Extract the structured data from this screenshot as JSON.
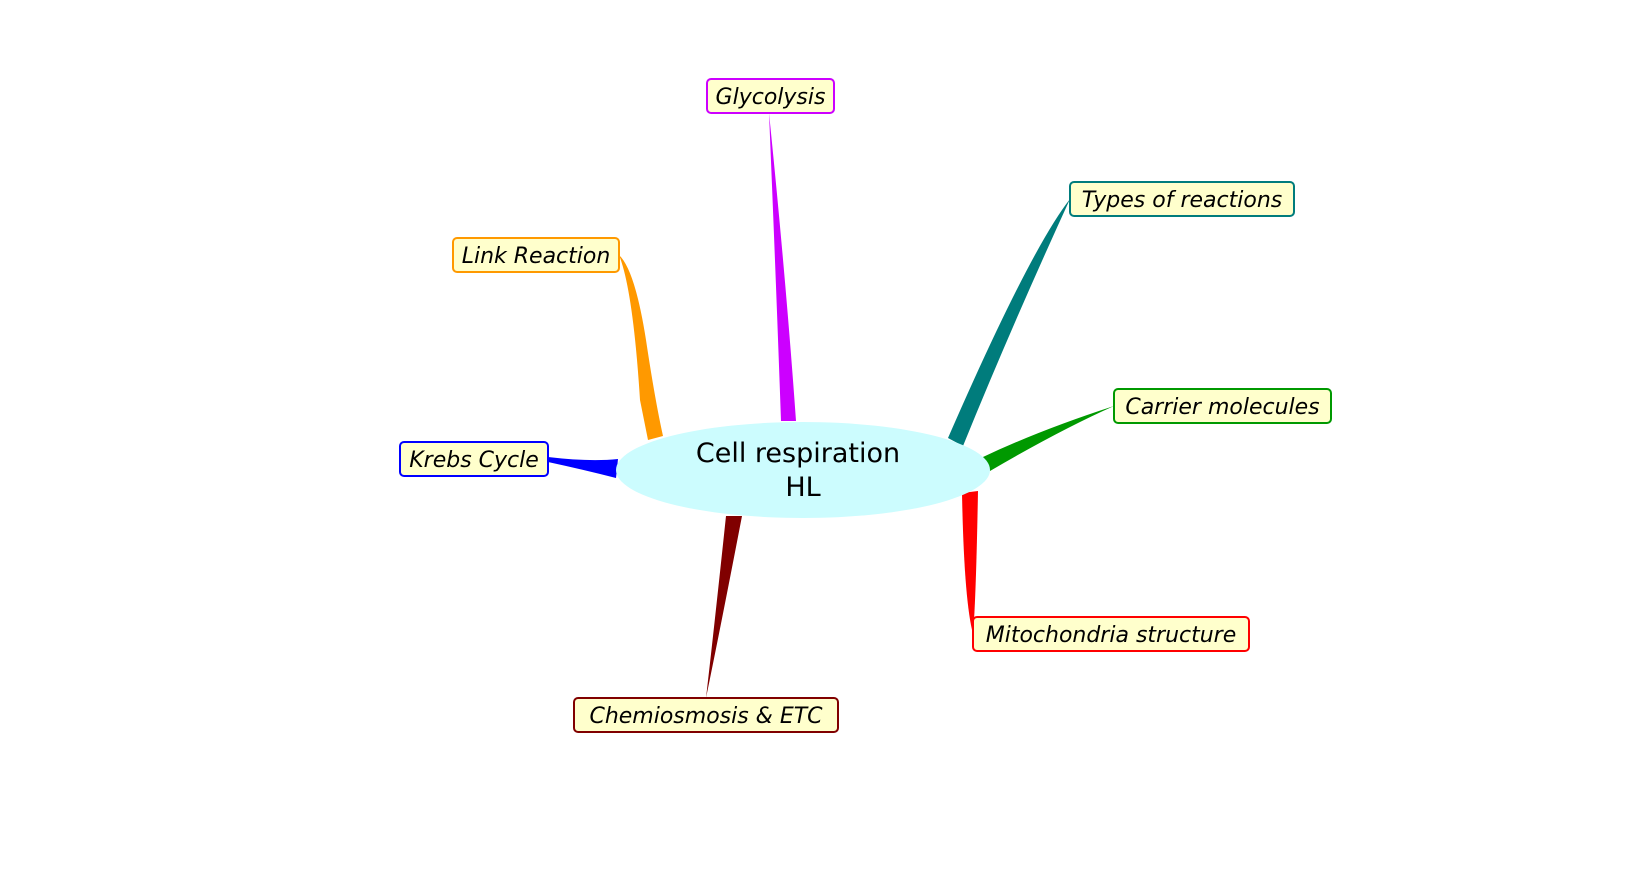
{
  "title": "Cell respiration HL mind map",
  "center": {
    "lines": [
      "Cell respiration",
      "HL"
    ],
    "fill": "#ccfcfe"
  },
  "node_fill": "#ffffcc",
  "branches": [
    {
      "id": "glycolysis",
      "label": "Glycolysis",
      "color": "#cc00ff"
    },
    {
      "id": "types-of-reactions",
      "label": "Types of reactions",
      "color": "#007c7c"
    },
    {
      "id": "carrier-molecules",
      "label": "Carrier molecules",
      "color": "#009900"
    },
    {
      "id": "mitochondria-structure",
      "label": "Mitochondria structure",
      "color": "#ff0000"
    },
    {
      "id": "chemiosmosis-etc",
      "label": "Chemiosmosis & ETC",
      "color": "#800000"
    },
    {
      "id": "krebs-cycle",
      "label": "Krebs Cycle",
      "color": "#0000ff"
    },
    {
      "id": "link-reaction",
      "label": "Link Reaction",
      "color": "#ff9900"
    }
  ]
}
